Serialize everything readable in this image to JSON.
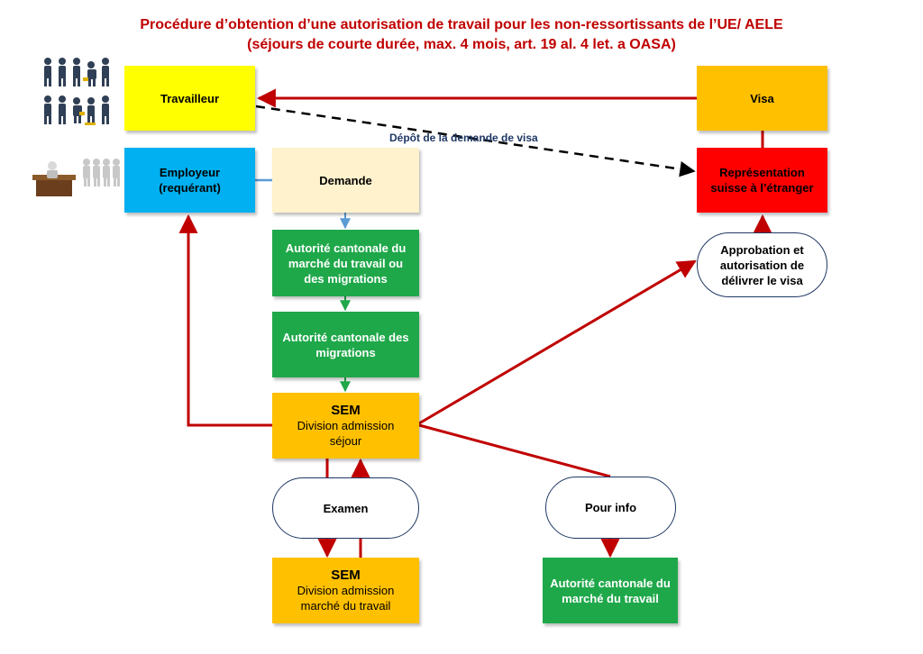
{
  "title": {
    "line1": "Procédure d’obtention d’une autorisation de travail pour les non-ressortissants de l’UE/ AELE",
    "line2": "(séjours de courte durée, max. 4 mois, art. 19 al. 4 let. a OASA)"
  },
  "nodes": {
    "travailleur": "Travailleur",
    "visa": "Visa",
    "employeur": {
      "line1": "Employeur",
      "line2": "(requérant)"
    },
    "demande": "Demande",
    "representation": {
      "line1": "Représentation",
      "line2": "suisse à l’étranger"
    },
    "approbation": {
      "line1": "Approbation et",
      "line2": "autorisation de",
      "line3": "délivrer le visa"
    },
    "autorite_marche_migrations": {
      "line1": "Autorité cantonale du",
      "line2": "marché du travail ou",
      "line3": "des migrations"
    },
    "autorite_migrations": {
      "line1": "Autorité cantonale des",
      "line2": "migrations"
    },
    "sem_sejour": {
      "heading": "SEM",
      "line1": "Division admission",
      "line2": "séjour"
    },
    "examen": "Examen",
    "pour_info": "Pour info",
    "sem_marche": {
      "heading": "SEM",
      "line1": "Division admission",
      "line2": "marché du travail"
    },
    "autorite_marche": {
      "line1": "Autorité cantonale du",
      "line2": "marché du travail"
    }
  },
  "edges": {
    "depot_label": "Dépôt de la demande de visa"
  },
  "colors": {
    "yellow": "#ffff00",
    "orange": "#ffc000",
    "red": "#ff0000",
    "blue": "#00b0f0",
    "cream": "#fff2cc",
    "green": "#1fa84a",
    "arrow_red": "#c00000",
    "arrow_green": "#1fa84a",
    "arrow_blue": "#5b9bd5",
    "navy": "#1f3864"
  }
}
